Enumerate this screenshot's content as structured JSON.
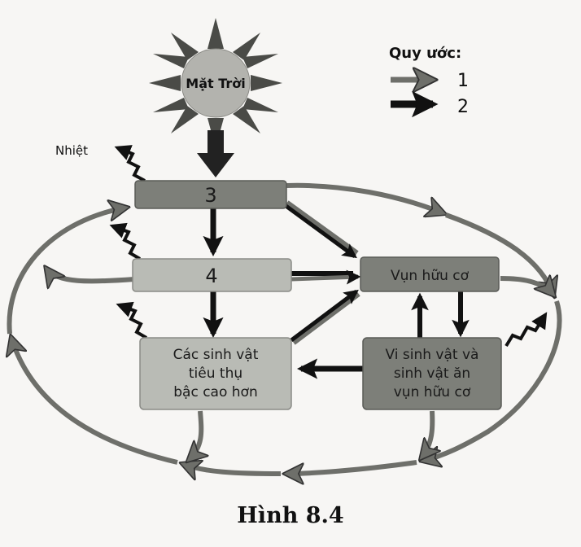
{
  "figure": {
    "caption": "Hình 8.4"
  },
  "sun": {
    "label": "Mặt Trời"
  },
  "legend": {
    "title": "Quy ước:",
    "items": [
      {
        "style": "gray-arrow",
        "label": "1"
      },
      {
        "style": "black-arrow",
        "label": "2"
      }
    ]
  },
  "heat": {
    "label": "Nhiệt"
  },
  "nodes": {
    "producers": {
      "label": "3"
    },
    "primary_consumers": {
      "label": "4"
    },
    "higher_consumers": {
      "lines": [
        "Các sinh vật",
        "tiêu thụ",
        "bậc cao hơn"
      ]
    },
    "detritus": {
      "label": "Vụn hữu cơ"
    },
    "decomposers": {
      "lines": [
        "Vi sinh vật và",
        "sinh vật ăn",
        "vụn hữu cơ"
      ]
    }
  },
  "colors": {
    "dark_box": "#7d7f79",
    "light_box": "#b9bbb5",
    "gray_arrow": "#6e6f6a",
    "black_arrow": "#111111",
    "sun_body": "#b3b3ae",
    "sun_ray": "#4a4b47"
  }
}
